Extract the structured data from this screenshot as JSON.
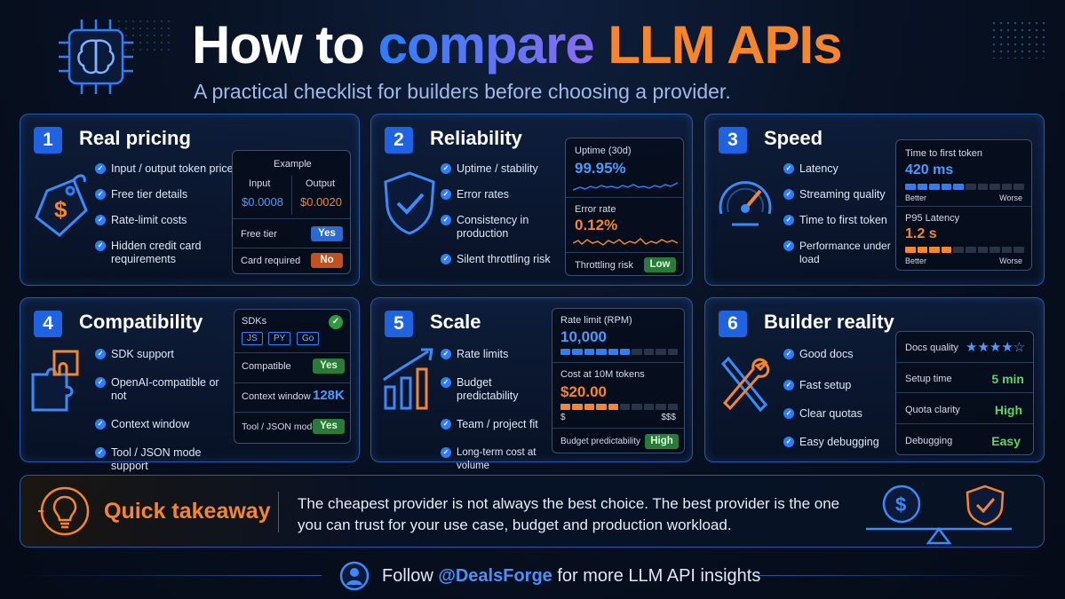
{
  "header": {
    "title_part1": "How to ",
    "title_part2": "compare",
    "title_part3": " LLM APIs",
    "subtitle": "A practical checklist for builders before choosing a provider."
  },
  "cards": {
    "pricing": {
      "number": "1",
      "title": "Real pricing",
      "items": [
        "Input / output token price",
        "Free tier details",
        "Rate-limit costs",
        "Hidden credit card requirements"
      ],
      "panel": {
        "example_label": "Example",
        "input_label": "Input",
        "output_label": "Output",
        "input_value": "$0.0008",
        "output_value": "$0.0020",
        "free_tier_label": "Free tier",
        "free_tier_value": "Yes",
        "card_required_label": "Card required",
        "card_required_value": "No"
      }
    },
    "reliability": {
      "number": "2",
      "title": "Reliability",
      "items": [
        "Uptime / stability",
        "Error rates",
        "Consistency in production",
        "Silent throttling risk"
      ],
      "panel": {
        "uptime_label": "Uptime (30d)",
        "uptime_value": "99.95%",
        "error_label": "Error rate",
        "error_value": "0.12%",
        "throttling_label": "Throttling risk",
        "throttling_value": "Low"
      }
    },
    "speed": {
      "number": "3",
      "title": "Speed",
      "items": [
        "Latency",
        "Streaming quality",
        "Time to first token",
        "Performance under load"
      ],
      "panel": {
        "ttft_label": "Time to first token",
        "ttft_value": "420 ms",
        "ttft_fill": 0.45,
        "p95_label": "P95 Latency",
        "p95_value": "1.2 s",
        "p95_fill": 0.35,
        "better_label": "Better",
        "worse_label": "Worse"
      }
    },
    "compatibility": {
      "number": "4",
      "title": "Compatibility",
      "items": [
        "SDK support",
        "OpenAI-compatible or not",
        "Context window",
        "Tool / JSON mode support"
      ],
      "panel": {
        "sdks_label": "SDKs",
        "sdk_tags": [
          "JS",
          "PY",
          "Go"
        ],
        "compatible_label": "Compatible",
        "compatible_value": "Yes",
        "context_label": "Context window",
        "context_value": "128K",
        "tool_label": "Tool / JSON mode",
        "tool_value": "Yes"
      }
    },
    "scale": {
      "number": "5",
      "title": "Scale",
      "items": [
        "Rate limits",
        "Budget predictability",
        "Team / project fit",
        "Long-term cost at volume"
      ],
      "panel": {
        "rate_label": "Rate limit (RPM)",
        "rate_value": "10,000",
        "rate_fill": 0.6,
        "cost_label": "Cost at 10M tokens",
        "cost_value": "$20.00",
        "cost_fill": 0.5,
        "low_cost_label": "$",
        "high_cost_label": "$$$",
        "budget_label": "Budget predictability",
        "budget_value": "High"
      }
    },
    "builder": {
      "number": "6",
      "title": "Builder reality",
      "items": [
        "Good docs",
        "Fast setup",
        "Clear quotas",
        "Easy debugging"
      ],
      "panel": {
        "docs_label": "Docs quality",
        "docs_stars": "★★★★☆",
        "docs_rating": 4,
        "setup_label": "Setup time",
        "setup_value": "5 min",
        "quota_label": "Quota clarity",
        "quota_value": "High",
        "debug_label": "Debugging",
        "debug_value": "Easy"
      }
    }
  },
  "takeaway": {
    "title": "Quick takeaway",
    "text": "The cheapest provider is not always the best choice. The best provider is the one you can trust for your use case, budget and production workload."
  },
  "footer": {
    "prefix": "Follow ",
    "handle": "@DealsForge",
    "suffix": " for more LLM API insights"
  },
  "colors": {
    "accent_blue": "#2d7ff9",
    "accent_orange": "#f5862a",
    "success_green": "#2a7a3a",
    "background": "#081224"
  },
  "icons": [
    "brain-chip-icon",
    "price-tag-icon",
    "shield-check-icon",
    "speedometer-icon",
    "puzzle-icon",
    "growth-chart-icon",
    "tools-icon",
    "lightbulb-icon",
    "balance-scale-icon",
    "user-avatar-icon"
  ]
}
